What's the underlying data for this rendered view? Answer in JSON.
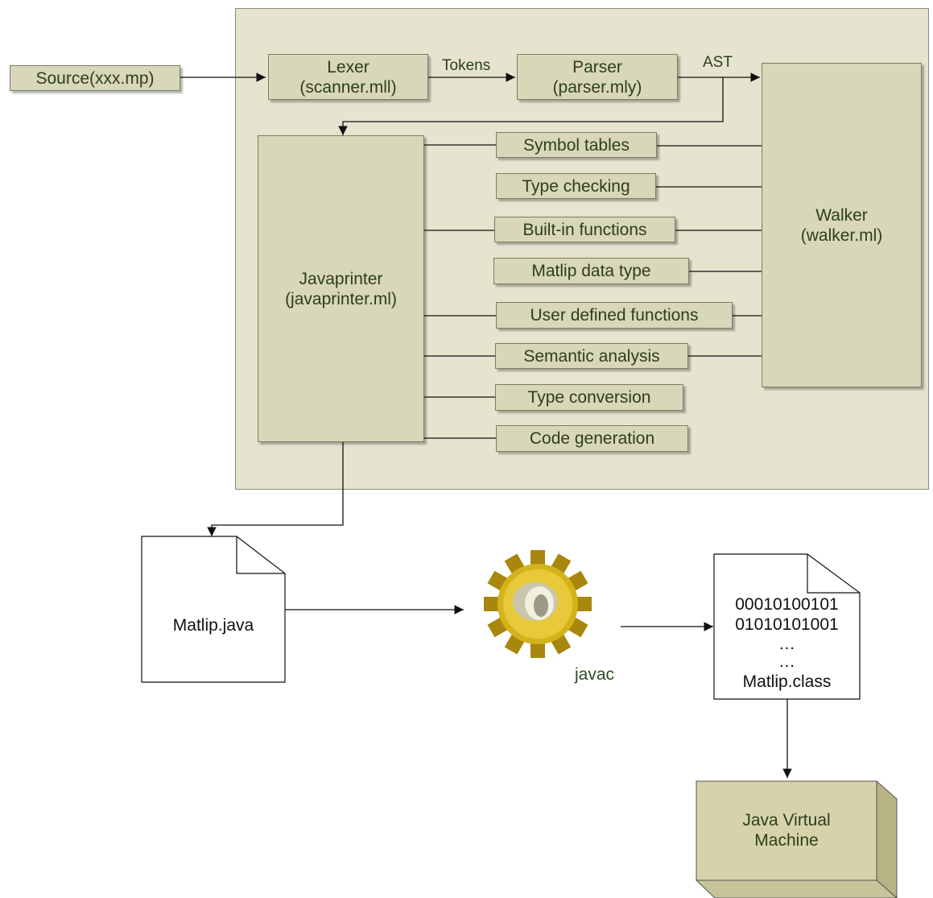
{
  "source": {
    "label": "Source(xxx.mp)"
  },
  "lexer": {
    "title": "Lexer",
    "file": "(scanner.mll)"
  },
  "parser": {
    "title": "Parser",
    "file": "(parser.mly)"
  },
  "walker": {
    "title": "Walker",
    "file": "(walker.ml)"
  },
  "javaprinter": {
    "title": "Javaprinter",
    "file": "(javaprinter.ml)"
  },
  "edges": {
    "tokens": "Tokens",
    "ast": "AST"
  },
  "components": [
    "Symbol tables",
    "Type checking",
    "Built-in functions",
    "Matlip data type",
    "User defined functions",
    "Semantic analysis",
    "Type conversion",
    "Code generation"
  ],
  "java_file": {
    "label": "Matlip.java"
  },
  "compiler": {
    "label": "javac"
  },
  "class_file": {
    "lines": [
      "00010100101",
      "01010101001",
      "…",
      "…"
    ],
    "label": "Matlip.class"
  },
  "jvm": {
    "line1": "Java Virtual",
    "line2": "Machine"
  },
  "colors": {
    "box_fill": "#d9d7b9",
    "container_fill": "#e6e4cf",
    "text": "#2c3e1d",
    "gear": "#d4b21a"
  }
}
